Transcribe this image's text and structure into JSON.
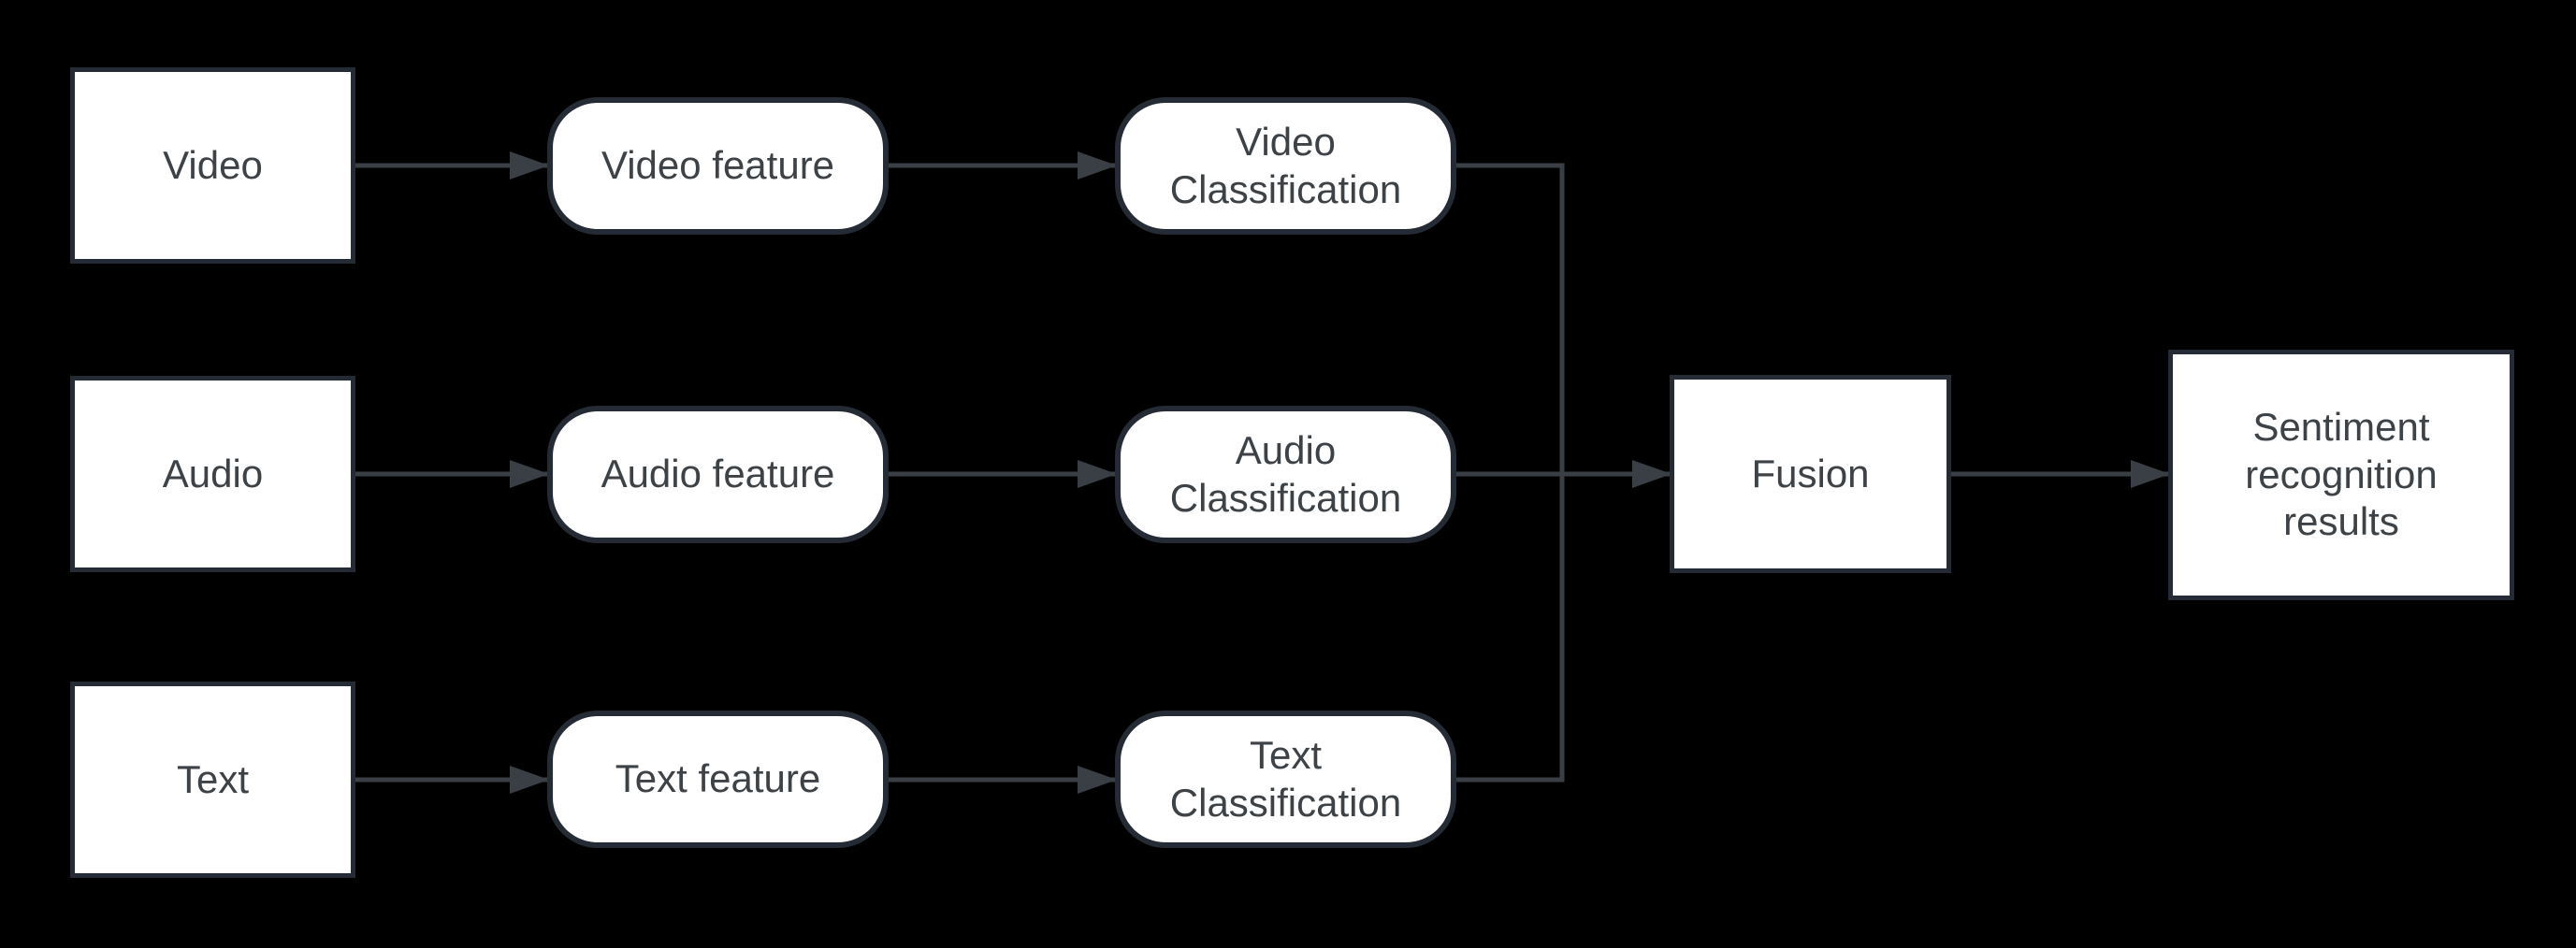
{
  "diagram": {
    "colors": {
      "background": "#000000",
      "node_fill": "#ffffff",
      "node_border": "#252b34",
      "connector": "#3a3f45",
      "label": "#3d4247"
    },
    "nodes": {
      "video_input": {
        "label": "Video",
        "shape": "rectangle"
      },
      "audio_input": {
        "label": "Audio",
        "shape": "rectangle"
      },
      "text_input": {
        "label": "Text",
        "shape": "rectangle"
      },
      "video_feature": {
        "label": "Video feature",
        "shape": "rounded"
      },
      "audio_feature": {
        "label": "Audio feature",
        "shape": "rounded"
      },
      "text_feature": {
        "label": "Text feature",
        "shape": "rounded"
      },
      "video_classification": {
        "label": "Video Classification",
        "shape": "rounded"
      },
      "audio_classification": {
        "label": "Audio Classification",
        "shape": "rounded"
      },
      "text_classification": {
        "label": "Text Classification",
        "shape": "rounded"
      },
      "fusion": {
        "label": "Fusion",
        "shape": "rectangle"
      },
      "result": {
        "label": "Sentiment recognition results",
        "shape": "rectangle"
      }
    },
    "edges": [
      {
        "from": "video_input",
        "to": "video_feature"
      },
      {
        "from": "audio_input",
        "to": "audio_feature"
      },
      {
        "from": "text_input",
        "to": "text_feature"
      },
      {
        "from": "video_feature",
        "to": "video_classification"
      },
      {
        "from": "audio_feature",
        "to": "audio_classification"
      },
      {
        "from": "text_feature",
        "to": "text_classification"
      },
      {
        "from": "video_classification",
        "to": "fusion"
      },
      {
        "from": "audio_classification",
        "to": "fusion"
      },
      {
        "from": "text_classification",
        "to": "fusion"
      },
      {
        "from": "fusion",
        "to": "result"
      }
    ]
  }
}
